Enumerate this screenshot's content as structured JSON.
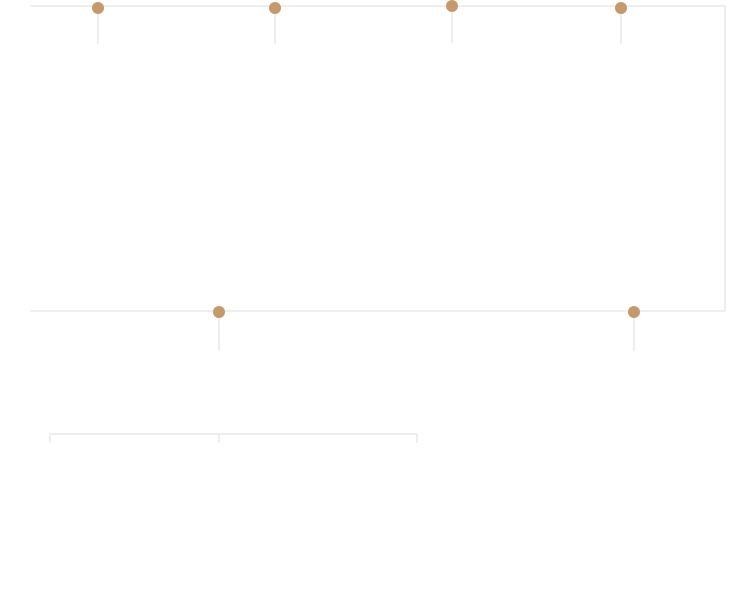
{
  "timeline": {
    "node_color": "#c49a6c",
    "line_color": "#dcdcdc",
    "background": "#ffffff",
    "rows": [
      {
        "id": "row-1",
        "milestones": 4
      },
      {
        "id": "row-2",
        "milestones": 2
      },
      {
        "id": "row-3",
        "milestones": 0
      }
    ]
  }
}
